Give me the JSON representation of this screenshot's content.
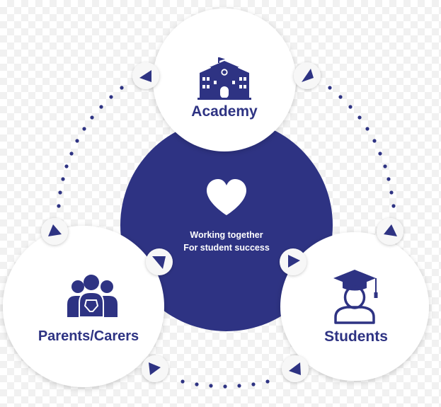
{
  "diagram": {
    "nodes": [
      {
        "id": "academy",
        "label": "Academy",
        "icon": "school-building-icon"
      },
      {
        "id": "parents",
        "label": "Parents/Carers",
        "icon": "family-group-icon"
      },
      {
        "id": "students",
        "label": "Students",
        "icon": "graduate-student-icon"
      }
    ],
    "center": {
      "icon": "heart-icon",
      "line1": "Working together",
      "line2": "For student success"
    },
    "colors": {
      "primary": "#2e3383",
      "node_fill": "#ffffff",
      "arrow_badge_fill": "#f7f7f7",
      "dots": "#2e3383"
    }
  }
}
